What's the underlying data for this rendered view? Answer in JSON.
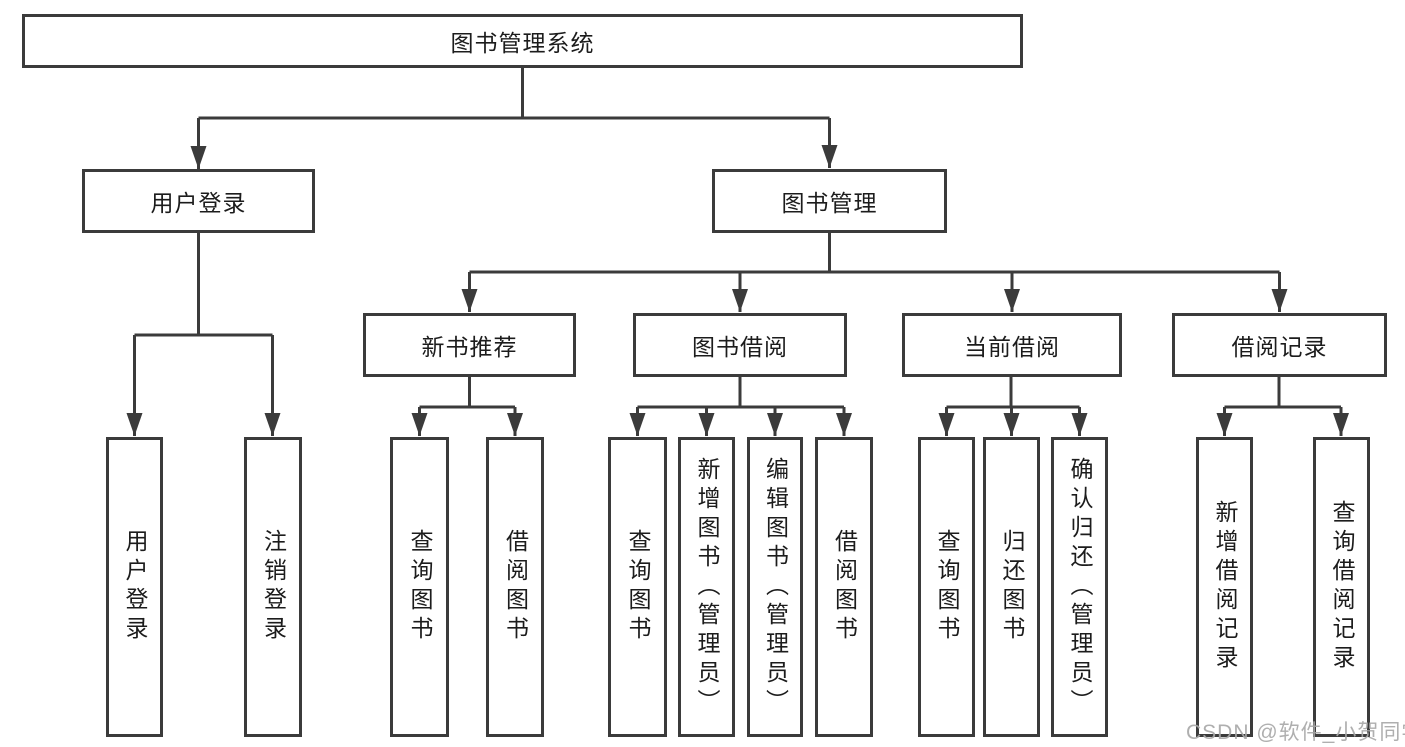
{
  "tree": {
    "root": "图书管理系统",
    "branches": [
      {
        "label": "用户登录",
        "leaves": [
          "用户登录",
          "注销登录"
        ]
      },
      {
        "label": "图书管理",
        "groups": [
          {
            "label": "新书推荐",
            "leaves": [
              "查询图书",
              "借阅图书"
            ]
          },
          {
            "label": "图书借阅",
            "leaves": [
              "查询图书",
              "新增图书（管理员）",
              "编辑图书（管理员）",
              "借阅图书"
            ]
          },
          {
            "label": "当前借阅",
            "leaves": [
              "查询图书",
              "归还图书",
              "确认归还（管理员）"
            ]
          },
          {
            "label": "借阅记录",
            "leaves": [
              "新增借阅记录",
              "查询借阅记录"
            ]
          }
        ]
      }
    ]
  },
  "watermark": {
    "text": "CSDN @软件_小贺同学"
  },
  "colors": {
    "line": "#3b3b3b",
    "box_border": "#3b3b3b",
    "box_fill": "#ffffff",
    "text": "#1c1c1c",
    "watermark": "#a8a8a8",
    "background": "#ffffff"
  }
}
